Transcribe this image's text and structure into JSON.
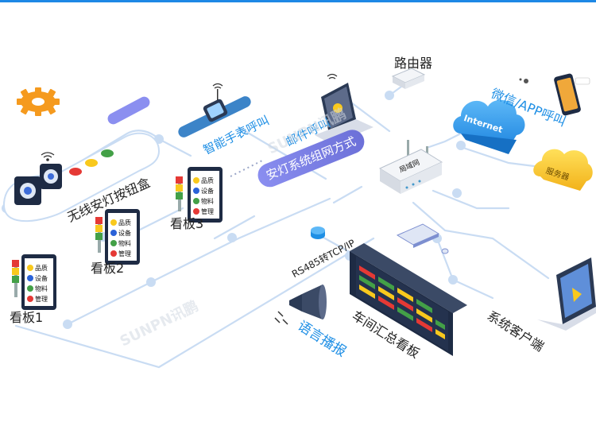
{
  "diagram": {
    "center_badge": "安灯系统组网方式",
    "boards": [
      {
        "label": "看板1",
        "items": [
          "品质",
          "设备",
          "物料",
          "管理"
        ]
      },
      {
        "label": "看板2",
        "items": [
          "品质",
          "设备",
          "物料",
          "管理"
        ]
      },
      {
        "label": "看板3",
        "items": [
          "品质",
          "设备",
          "物料",
          "管理"
        ]
      }
    ],
    "wireless_box_label": "无线安灯按钮盒",
    "watch_label": "智能手表呼叫",
    "email_label": "邮件呼叫",
    "router_label": "路由器",
    "lan_label": "局域网",
    "wechat_label": "微信/APP呼叫",
    "internet_label": "Internet",
    "server_label": "服务器",
    "rs485_label": "RS485转TCP/IP",
    "workshop_label": "车间汇总看板",
    "voice_label": "语言播报",
    "client_label": "系统客户端",
    "watermark": "SUNPN讯鹏",
    "colors": {
      "accent_blue": "#1f8fe5",
      "badge_purple": "#7b7fe0",
      "line_blue": "#c9dcf3",
      "cloud_blue": "#2f9ff0",
      "cloud_yellow": "#f7c623",
      "gear_orange": "#f59a1e"
    }
  }
}
